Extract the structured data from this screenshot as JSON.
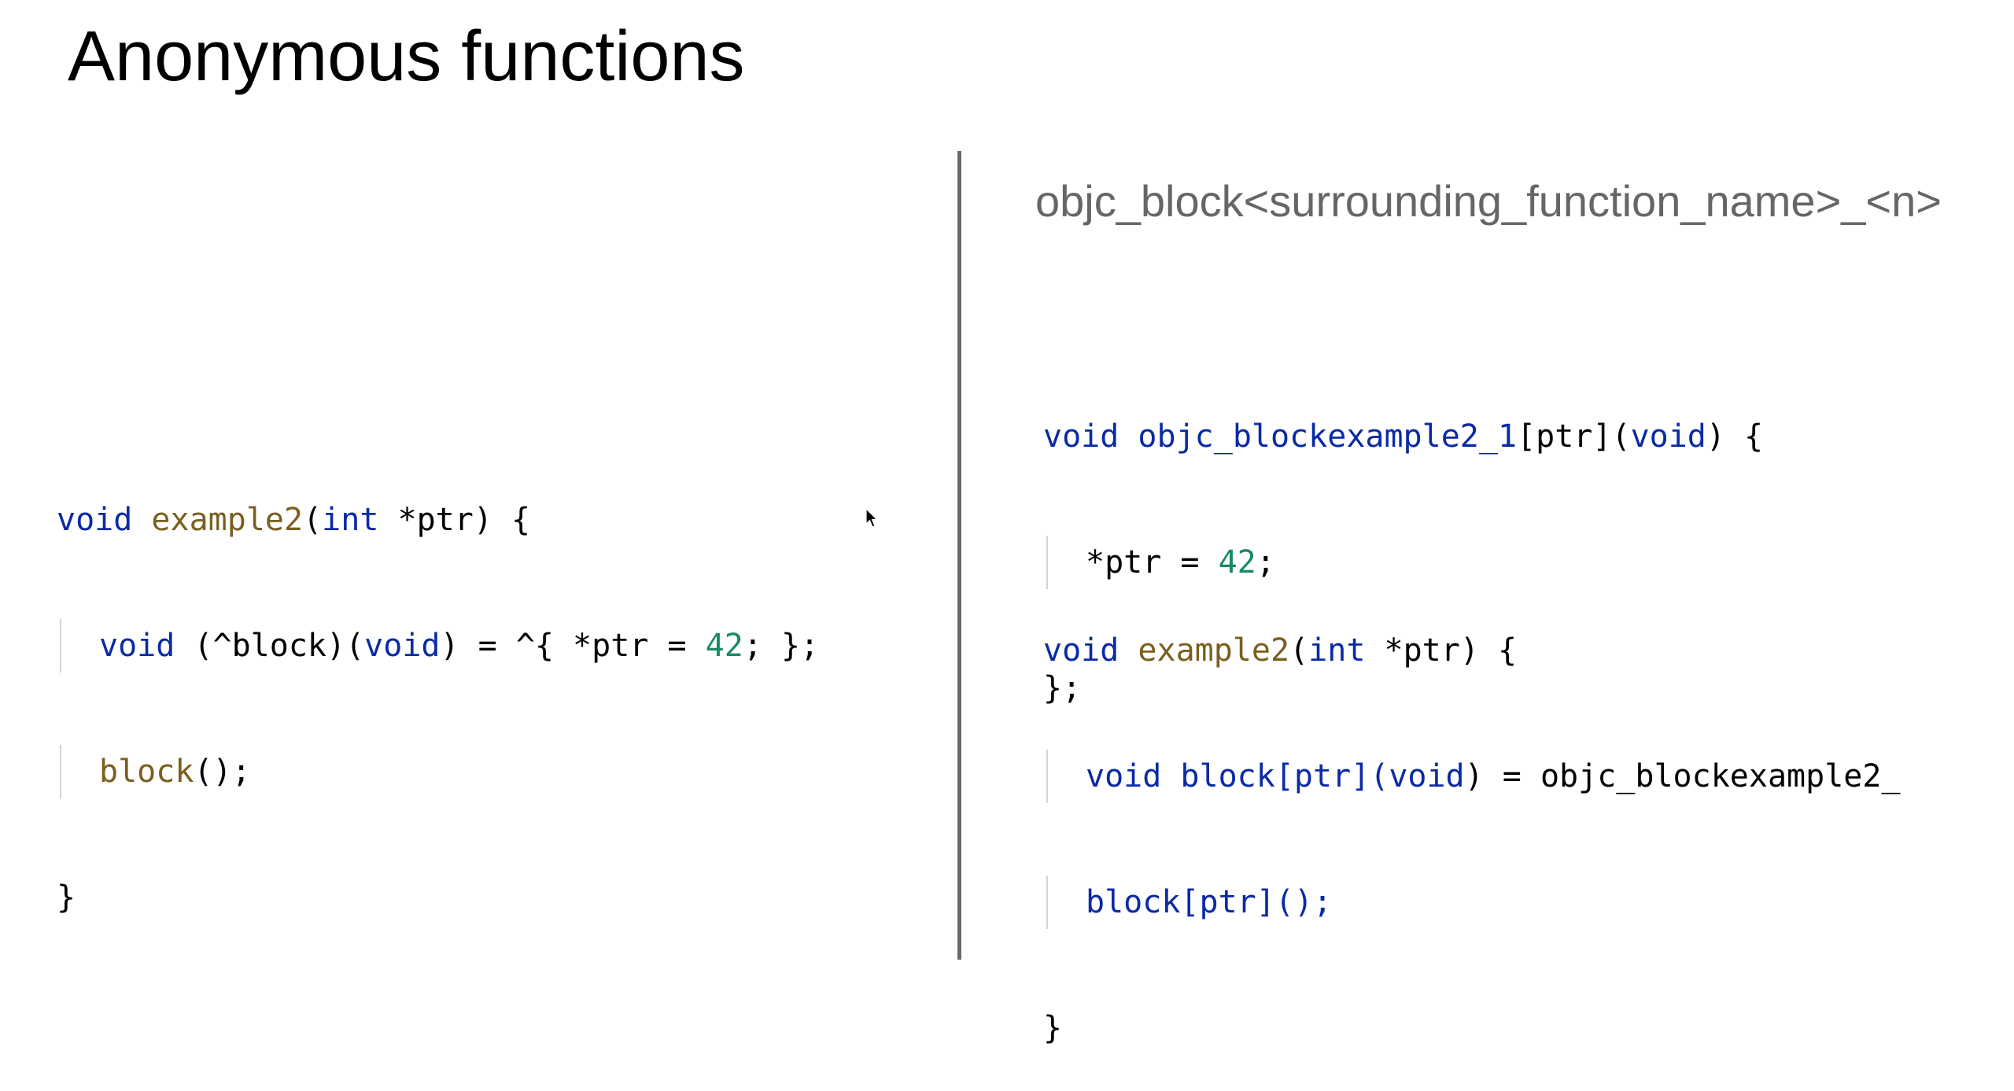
{
  "title": "Anonymous functions",
  "naming_pattern": "objc_block<surrounding_function_name>_<n>",
  "left_code": {
    "line1": {
      "kw_void": "void",
      "fn_name": "example2",
      "open_paren": "(",
      "kw_int": "int",
      "rest": " *ptr) {"
    },
    "line2": {
      "kw_void": "void",
      "p1": " (^block)(",
      "kw_void2": "void",
      "p2": ") = ^{ *ptr = ",
      "num": "42",
      "p3": "; };"
    },
    "line3": {
      "fn_call": "block",
      "rest": "();"
    },
    "line4": {
      "text": "}"
    }
  },
  "right_code": {
    "line1": {
      "kw_void": "void",
      "fn_name": " objc_blockexample2_1",
      "p1": "[ptr](",
      "kw_void2": "void",
      "p2": ") {"
    },
    "line2": {
      "p1": "*ptr = ",
      "num": "42",
      "p2": ";"
    },
    "line3": {
      "text": "};"
    },
    "line4": {
      "kw_void": "void",
      "fn_name": "example2",
      "open_paren": "(",
      "kw_int": "int",
      "rest": " *ptr) {"
    },
    "line5": {
      "kw_void": "void",
      "p1": " block[ptr](",
      "kw_void2": "void",
      "p2": ") = objc_blockexample2_"
    },
    "line6": {
      "text": "block[ptr]();"
    },
    "line7": {
      "text": "}"
    }
  },
  "colors": {
    "keyword": "#0b2aa5",
    "function_name": "#7a5f1f",
    "number": "#1a8b61",
    "divider": "#6a6a6a",
    "subtitle": "#666666"
  }
}
